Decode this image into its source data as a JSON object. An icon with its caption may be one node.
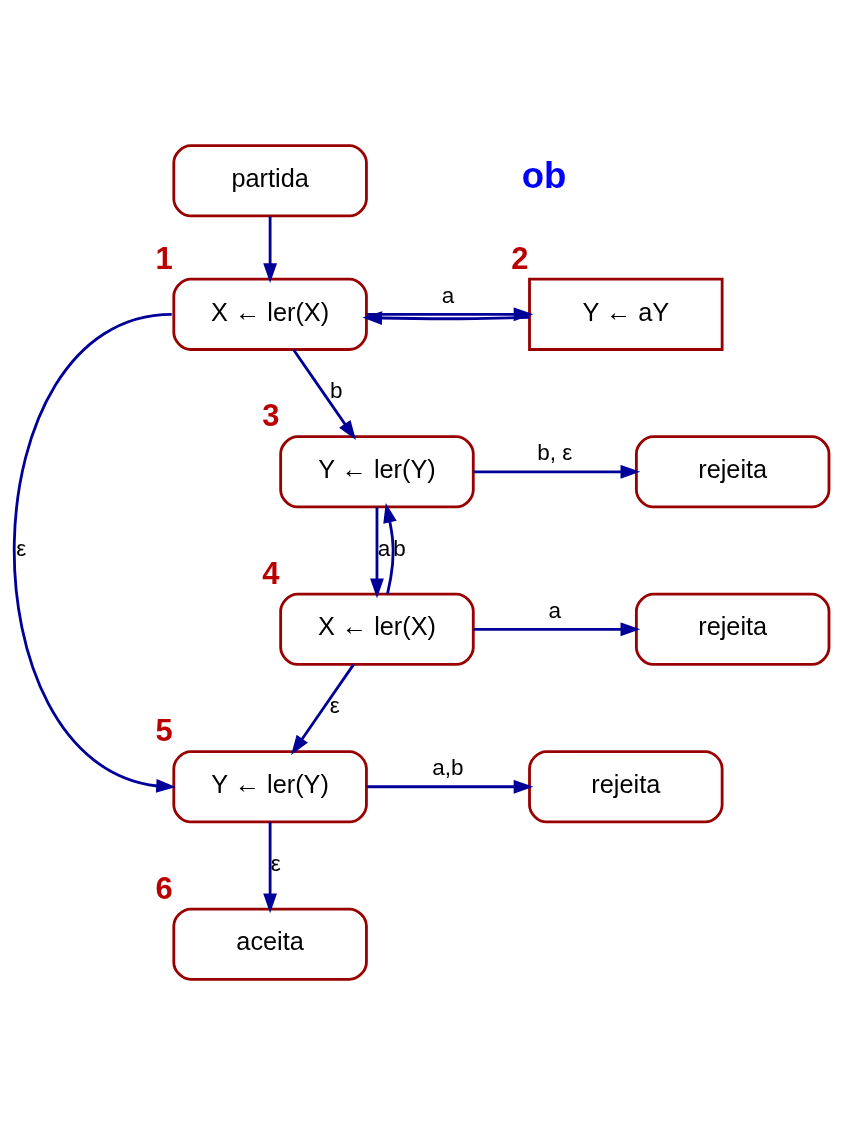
{
  "diagram": {
    "nodes": [
      {
        "text": [
          "partida"
        ]
      },
      {
        "text": [
          "X ← ler(X)"
        ],
        "beside": [
          "1"
        ]
      },
      {
        "text": [
          "Y ← aY"
        ],
        "beside": [
          "2"
        ]
      },
      {
        "text": [
          "Y ← ler(Y)"
        ],
        "beside": [
          "3"
        ]
      },
      {
        "text": [
          "rejeita"
        ]
      },
      {
        "text": [
          "X ← ler(X)"
        ],
        "beside": [
          "4"
        ]
      },
      {
        "text": [
          "rejeita"
        ]
      },
      {
        "text": [
          "Y ← ler(Y)"
        ],
        "beside": [
          "5"
        ]
      },
      {
        "text": [
          "rejeita"
        ]
      },
      {
        "text": [
          "aceita"
        ],
        "beside": [
          "6"
        ]
      }
    ],
    "edges": [
      {
        "from": 0,
        "to": 1,
        "arrow": "to"
      },
      {
        "from": 1,
        "to": 2,
        "arrow": "to",
        "label": "a"
      },
      {
        "from": 2,
        "to": 1,
        "arrow": "to"
      },
      {
        "from": 1,
        "to": 3,
        "arrow": "to",
        "label": "b"
      },
      {
        "from": 3,
        "to": 4,
        "arrow": "to",
        "label": "b, ε"
      },
      {
        "from": 3,
        "to": 5,
        "arrow": "to",
        "label": "a"
      },
      {
        "from": 5,
        "to": 3,
        "arrow": "to",
        "label": "b"
      },
      {
        "from": 5,
        "to": 6,
        "arrow": "to",
        "label": "a"
      },
      {
        "from": 1,
        "to": 7,
        "arrow": "to",
        "label": "ε"
      },
      {
        "from": 5,
        "to": 7,
        "arrow": "to",
        "label": "ε"
      },
      {
        "from": 7,
        "to": 8,
        "arrow": "to",
        "label": "a,b"
      },
      {
        "from": 7,
        "to": 9,
        "arrow": "to",
        "label": "ε"
      }
    ],
    "labels": [
      "ob"
    ]
  }
}
